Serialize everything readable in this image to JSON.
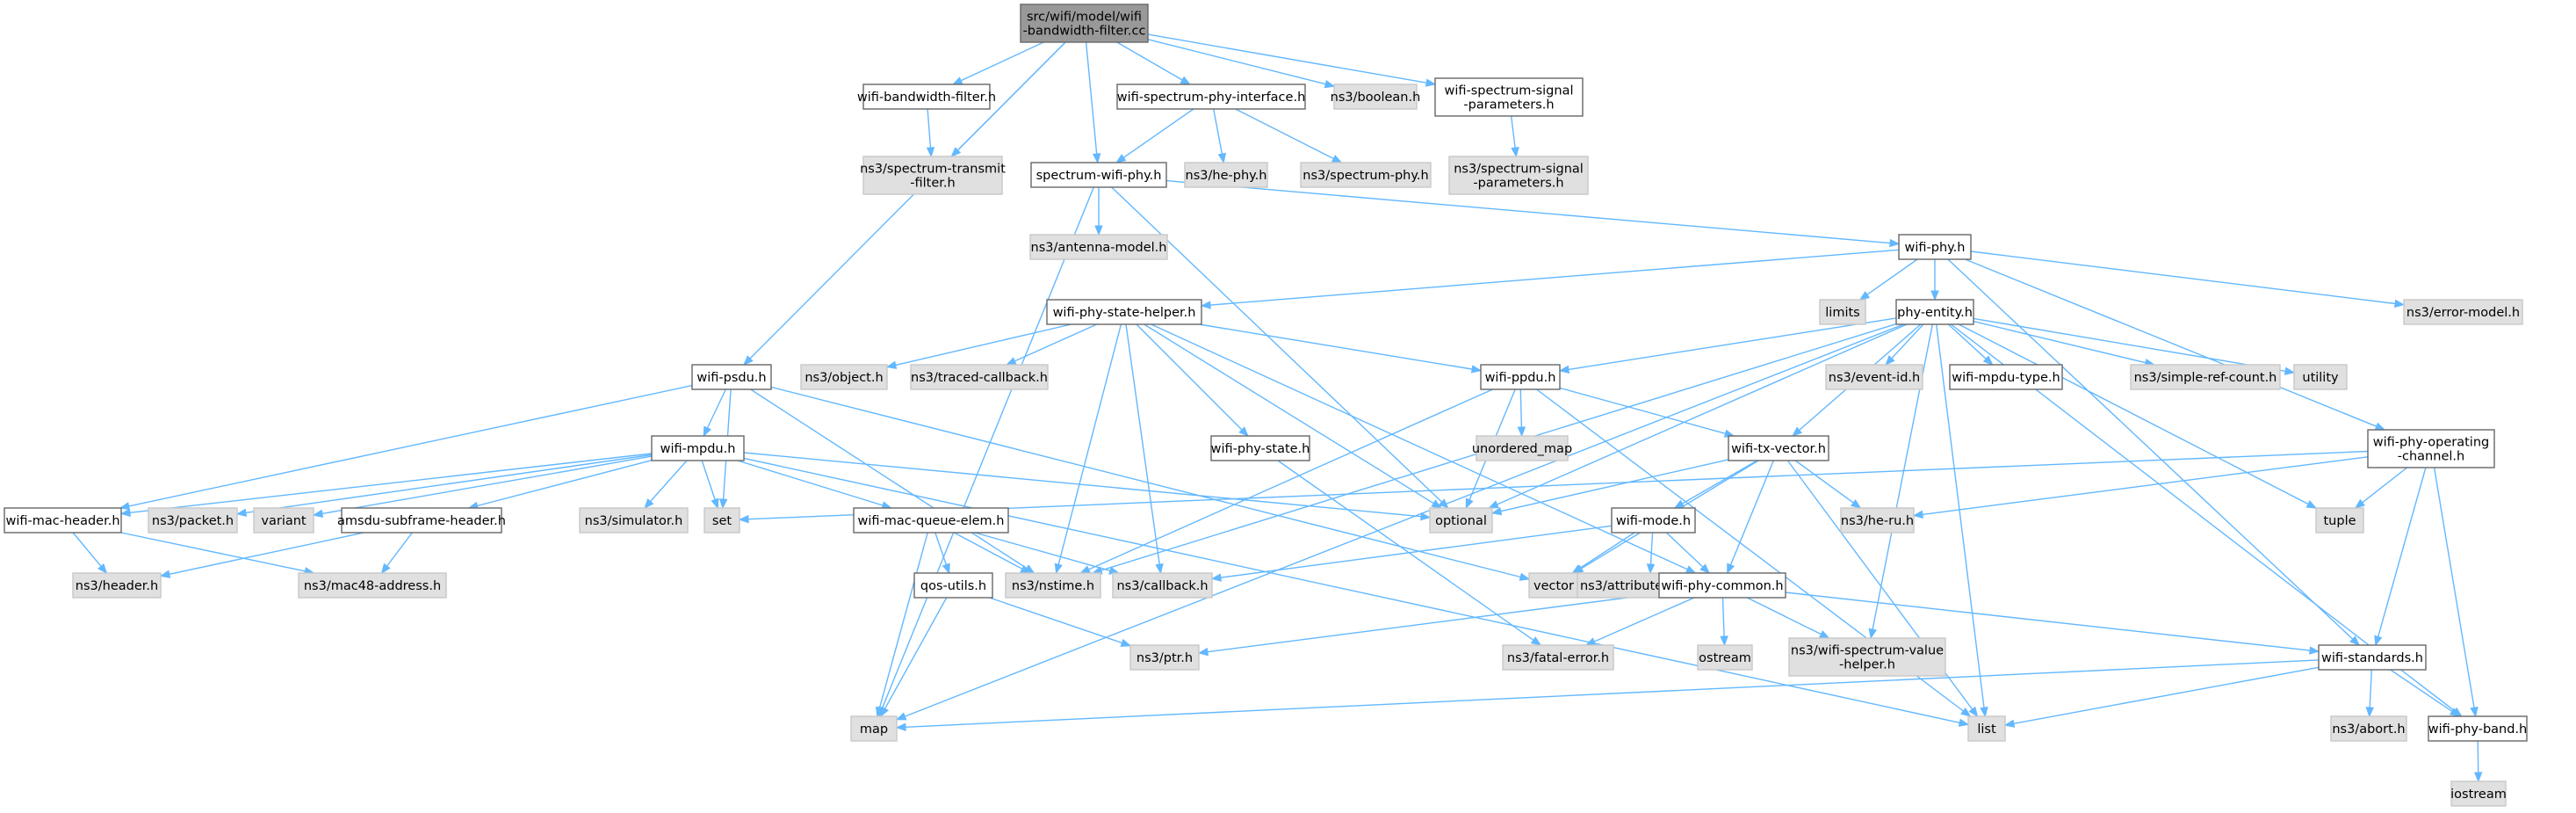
{
  "diagram": {
    "colors": {
      "edge": "#63b8ff",
      "root_fill": "#999999",
      "local_fill": "#ffffff",
      "system_fill": "#e0e0e0"
    },
    "nodes": [
      {
        "id": "root",
        "label": "src/wifi/model/wifi\n-bandwidth-filter.cc",
        "kind": "root"
      },
      {
        "id": "wbf",
        "label": "wifi-bandwidth-filter.h",
        "kind": "local"
      },
      {
        "id": "wspi",
        "label": "wifi-spectrum-phy-interface.h",
        "kind": "local"
      },
      {
        "id": "bool",
        "label": "ns3/boolean.h",
        "kind": "system"
      },
      {
        "id": "wssp",
        "label": "wifi-spectrum-signal\n-parameters.h",
        "kind": "local"
      },
      {
        "id": "stf",
        "label": "ns3/spectrum-transmit\n-filter.h",
        "kind": "system"
      },
      {
        "id": "swp",
        "label": "spectrum-wifi-phy.h",
        "kind": "local"
      },
      {
        "id": "hephy",
        "label": "ns3/he-phy.h",
        "kind": "system"
      },
      {
        "id": "specphy",
        "label": "ns3/spectrum-phy.h",
        "kind": "system"
      },
      {
        "id": "nssp",
        "label": "ns3/spectrum-signal\n-parameters.h",
        "kind": "system"
      },
      {
        "id": "antenna",
        "label": "ns3/antenna-model.h",
        "kind": "system"
      },
      {
        "id": "wphy",
        "label": "wifi-phy.h",
        "kind": "local"
      },
      {
        "id": "wpsh",
        "label": "wifi-phy-state-helper.h",
        "kind": "local"
      },
      {
        "id": "limits",
        "label": "limits",
        "kind": "system"
      },
      {
        "id": "errmodel",
        "label": "ns3/error-model.h",
        "kind": "system"
      },
      {
        "id": "pent",
        "label": "phy-entity.h",
        "kind": "local"
      },
      {
        "id": "wpsdu",
        "label": "wifi-psdu.h",
        "kind": "local"
      },
      {
        "id": "object",
        "label": "ns3/object.h",
        "kind": "system"
      },
      {
        "id": "tcb",
        "label": "ns3/traced-callback.h",
        "kind": "system"
      },
      {
        "id": "wppdu",
        "label": "wifi-ppdu.h",
        "kind": "local"
      },
      {
        "id": "eventid",
        "label": "ns3/event-id.h",
        "kind": "system"
      },
      {
        "id": "wmpdut",
        "label": "wifi-mpdu-type.h",
        "kind": "local"
      },
      {
        "id": "srefc",
        "label": "ns3/simple-ref-count.h",
        "kind": "system"
      },
      {
        "id": "utility",
        "label": "utility",
        "kind": "system"
      },
      {
        "id": "wmpdu",
        "label": "wifi-mpdu.h",
        "kind": "local"
      },
      {
        "id": "umap",
        "label": "unordered_map",
        "kind": "system"
      },
      {
        "id": "wps",
        "label": "wifi-phy-state.h",
        "kind": "local"
      },
      {
        "id": "wtxv",
        "label": "wifi-tx-vector.h",
        "kind": "local"
      },
      {
        "id": "wpoc",
        "label": "wifi-phy-operating\n-channel.h",
        "kind": "local"
      },
      {
        "id": "wmh",
        "label": "wifi-mac-header.h",
        "kind": "local"
      },
      {
        "id": "packet",
        "label": "ns3/packet.h",
        "kind": "system"
      },
      {
        "id": "variant",
        "label": "variant",
        "kind": "system"
      },
      {
        "id": "amsdu",
        "label": "amsdu-subframe-header.h",
        "kind": "local"
      },
      {
        "id": "simulator",
        "label": "ns3/simulator.h",
        "kind": "system"
      },
      {
        "id": "set",
        "label": "set",
        "kind": "system"
      },
      {
        "id": "wmqe",
        "label": "wifi-mac-queue-elem.h",
        "kind": "local"
      },
      {
        "id": "optional",
        "label": "optional",
        "kind": "system"
      },
      {
        "id": "heru",
        "label": "ns3/he-ru.h",
        "kind": "system"
      },
      {
        "id": "tuple",
        "label": "tuple",
        "kind": "system"
      },
      {
        "id": "wmode",
        "label": "wifi-mode.h",
        "kind": "local"
      },
      {
        "id": "header",
        "label": "ns3/header.h",
        "kind": "system"
      },
      {
        "id": "mac48",
        "label": "ns3/mac48-address.h",
        "kind": "system"
      },
      {
        "id": "nstime",
        "label": "ns3/nstime.h",
        "kind": "system"
      },
      {
        "id": "callback",
        "label": "ns3/callback.h",
        "kind": "system"
      },
      {
        "id": "vector",
        "label": "vector",
        "kind": "system"
      },
      {
        "id": "attrh",
        "label": "ns3/attribute-helper.h",
        "kind": "system"
      },
      {
        "id": "qos",
        "label": "qos-utils.h",
        "kind": "local"
      },
      {
        "id": "wpc",
        "label": "wifi-phy-common.h",
        "kind": "local"
      },
      {
        "id": "ptr",
        "label": "ns3/ptr.h",
        "kind": "system"
      },
      {
        "id": "fatal",
        "label": "ns3/fatal-error.h",
        "kind": "system"
      },
      {
        "id": "ostream",
        "label": "ostream",
        "kind": "system"
      },
      {
        "id": "wsvh",
        "label": "ns3/wifi-spectrum-value\n-helper.h",
        "kind": "system"
      },
      {
        "id": "wstd",
        "label": "wifi-standards.h",
        "kind": "local"
      },
      {
        "id": "map",
        "label": "map",
        "kind": "system"
      },
      {
        "id": "list",
        "label": "list",
        "kind": "system"
      },
      {
        "id": "abort",
        "label": "ns3/abort.h",
        "kind": "system"
      },
      {
        "id": "wpb",
        "label": "wifi-phy-band.h",
        "kind": "local"
      },
      {
        "id": "iostream",
        "label": "iostream",
        "kind": "system"
      }
    ],
    "edges": [
      [
        "root",
        "wbf"
      ],
      [
        "root",
        "wspi"
      ],
      [
        "root",
        "bool"
      ],
      [
        "root",
        "wssp"
      ],
      [
        "root",
        "stf"
      ],
      [
        "root",
        "swp"
      ],
      [
        "root",
        "wpsdu"
      ],
      [
        "wbf",
        "stf"
      ],
      [
        "wspi",
        "swp"
      ],
      [
        "wspi",
        "hephy"
      ],
      [
        "wspi",
        "specphy"
      ],
      [
        "wssp",
        "nssp"
      ],
      [
        "swp",
        "antenna"
      ],
      [
        "swp",
        "wphy"
      ],
      [
        "swp",
        "optional"
      ],
      [
        "swp",
        "map"
      ],
      [
        "wphy",
        "wpsh"
      ],
      [
        "wphy",
        "limits"
      ],
      [
        "wphy",
        "errmodel"
      ],
      [
        "wphy",
        "pent"
      ],
      [
        "wphy",
        "wpoc"
      ],
      [
        "wphy",
        "wstd"
      ],
      [
        "wpsh",
        "object"
      ],
      [
        "wpsh",
        "tcb"
      ],
      [
        "wpsh",
        "wppdu"
      ],
      [
        "wpsh",
        "wps"
      ],
      [
        "wpsh",
        "nstime"
      ],
      [
        "wpsh",
        "callback"
      ],
      [
        "wpsh",
        "optional"
      ],
      [
        "wpsh",
        "wpc"
      ],
      [
        "pent",
        "wppdu"
      ],
      [
        "pent",
        "wtxv"
      ],
      [
        "pent",
        "eventid"
      ],
      [
        "pent",
        "wmpdut"
      ],
      [
        "pent",
        "srefc"
      ],
      [
        "pent",
        "utility"
      ],
      [
        "pent",
        "tuple"
      ],
      [
        "pent",
        "wpb"
      ],
      [
        "pent",
        "list"
      ],
      [
        "pent",
        "optional"
      ],
      [
        "pent",
        "map"
      ],
      [
        "pent",
        "nstime"
      ],
      [
        "pent",
        "wsvh"
      ],
      [
        "wpsdu",
        "wmpdu"
      ],
      [
        "wpsdu",
        "wmh"
      ],
      [
        "wpsdu",
        "set"
      ],
      [
        "wpsdu",
        "nstime"
      ],
      [
        "wpsdu",
        "vector"
      ],
      [
        "wppdu",
        "wtxv"
      ],
      [
        "wppdu",
        "umap"
      ],
      [
        "wppdu",
        "optional"
      ],
      [
        "wppdu",
        "nstime"
      ],
      [
        "wppdu",
        "list"
      ],
      [
        "wmpdu",
        "wmh"
      ],
      [
        "wmpdu",
        "packet"
      ],
      [
        "wmpdu",
        "variant"
      ],
      [
        "wmpdu",
        "amsdu"
      ],
      [
        "wmpdu",
        "simulator"
      ],
      [
        "wmpdu",
        "set"
      ],
      [
        "wmpdu",
        "wmqe"
      ],
      [
        "wmpdu",
        "optional"
      ],
      [
        "wmpdu",
        "list"
      ],
      [
        "wps",
        "fatal"
      ],
      [
        "wtxv",
        "wmode"
      ],
      [
        "wtxv",
        "heru"
      ],
      [
        "wtxv",
        "optional"
      ],
      [
        "wtxv",
        "vector"
      ],
      [
        "wtxv",
        "wpc"
      ],
      [
        "wtxv",
        "list"
      ],
      [
        "wpoc",
        "set"
      ],
      [
        "wpoc",
        "heru"
      ],
      [
        "wpoc",
        "tuple"
      ],
      [
        "wpoc",
        "wstd"
      ],
      [
        "wpoc",
        "wpb"
      ],
      [
        "wmh",
        "header"
      ],
      [
        "wmh",
        "mac48"
      ],
      [
        "amsdu",
        "header"
      ],
      [
        "amsdu",
        "mac48"
      ],
      [
        "wmqe",
        "nstime"
      ],
      [
        "wmqe",
        "callback"
      ],
      [
        "wmqe",
        "qos"
      ],
      [
        "wmqe",
        "map"
      ],
      [
        "wmode",
        "callback"
      ],
      [
        "wmode",
        "vector"
      ],
      [
        "wmode",
        "attrh"
      ],
      [
        "wmode",
        "wpc"
      ],
      [
        "qos",
        "ptr"
      ],
      [
        "qos",
        "map"
      ],
      [
        "wpc",
        "ptr"
      ],
      [
        "wpc",
        "fatal"
      ],
      [
        "wpc",
        "ostream"
      ],
      [
        "wpc",
        "wsvh"
      ],
      [
        "wpc",
        "wstd"
      ],
      [
        "wstd",
        "map"
      ],
      [
        "wstd",
        "list"
      ],
      [
        "wstd",
        "abort"
      ],
      [
        "wstd",
        "wpb"
      ],
      [
        "wpb",
        "iostream"
      ]
    ]
  }
}
